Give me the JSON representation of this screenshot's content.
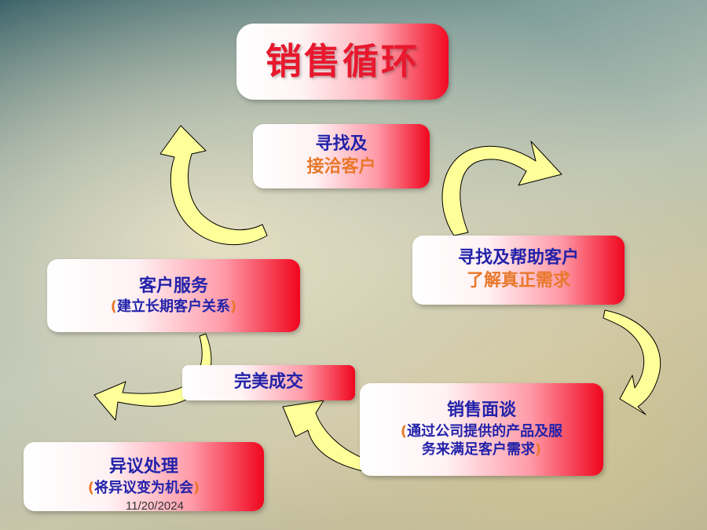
{
  "title": "销售循环",
  "steps": {
    "find_contact": {
      "line1": "寻找及",
      "line2": "接洽客户"
    },
    "needs": {
      "line1": "寻找及帮助客户",
      "line2": "了解真正需求"
    },
    "meeting": {
      "line1": "销售面谈",
      "line2_open": "(",
      "line2": "通过公司提供的产品及服",
      "line3": "务来满足客户需求",
      "line3_close": ")"
    },
    "close": {
      "line1": "完美成交"
    },
    "objection": {
      "line1": "异议处理",
      "line2_open": "(",
      "line2": "将异议变为机会",
      "line2_close": ")"
    },
    "service": {
      "line1": "客户服务",
      "line2_open": "(",
      "line2": "建立长期客户关系",
      "line2_close": ")"
    }
  },
  "footer": {
    "date": "11/20/2024"
  },
  "colors": {
    "title_red": "#e8182e",
    "text_blue": "#2222aa",
    "text_orange": "#e8782a",
    "arrow_fill": "#ffff99",
    "box_gradient_end": "#f0061e"
  }
}
